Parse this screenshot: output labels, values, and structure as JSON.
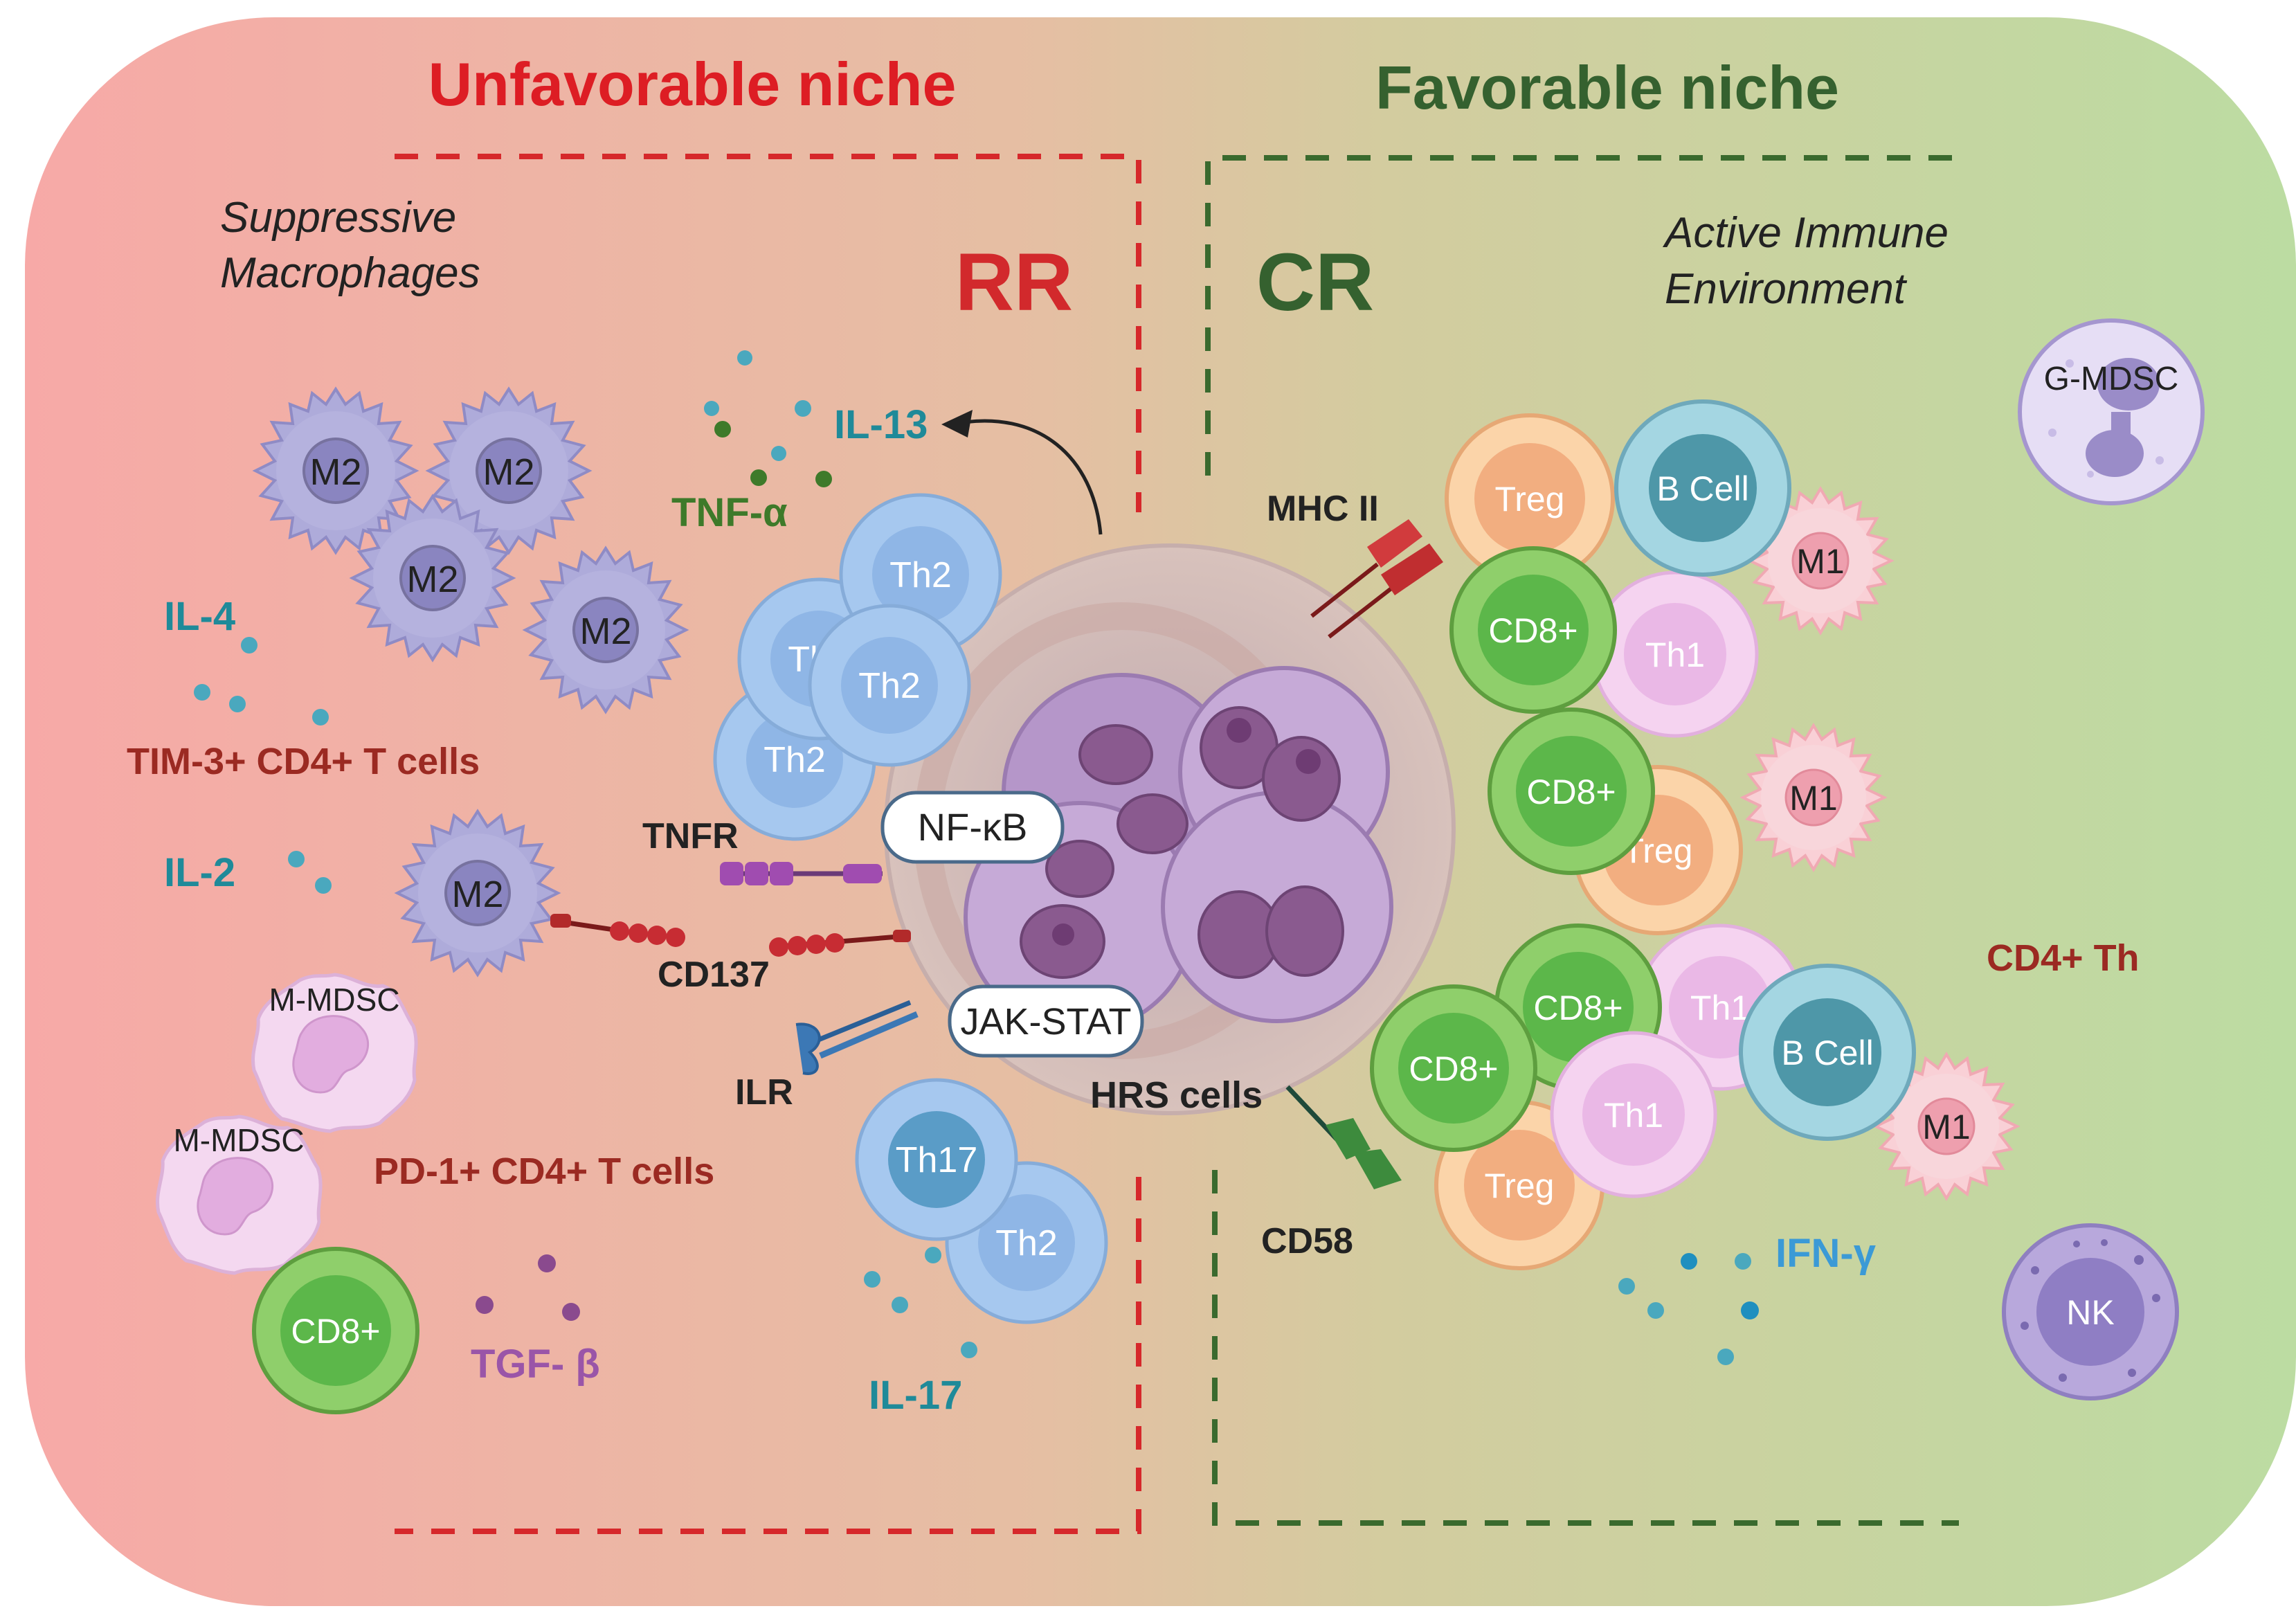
{
  "niches": {
    "unfavorable": "Unfavorable niche",
    "favorable": "Favorable niche"
  },
  "groups": {
    "rr": "RR",
    "cr": "CR"
  },
  "headings": {
    "suppressive_line1": "Suppressive",
    "suppressive_line2": "Macrophages",
    "active_line1": "Active Immune",
    "active_line2": "Environment"
  },
  "cells": {
    "m2": "M2",
    "th1": "Th1",
    "th2": "Th2",
    "th17": "Th17",
    "m_mdsc": "M-MDSC",
    "cd8": "CD8+",
    "treg": "Treg",
    "b_cell": "B Cell",
    "m1": "M1",
    "g_mdsc": "G-MDSC",
    "nk": "NK",
    "hrs": "HRS cells"
  },
  "pathways": {
    "nfkb": "NF-κB",
    "jakstat": "JAK-STAT"
  },
  "receptors": {
    "tnfr": "TNFR",
    "cd137": "CD137",
    "ilr": "ILR",
    "mhc2": "MHC II",
    "cd58": "CD58"
  },
  "cytokines": {
    "il4": "IL-4",
    "il2": "IL-2",
    "il13": "IL-13",
    "tnfa": "TNF-α",
    "tgfb": "TGF- β",
    "il17": "IL-17",
    "ifng": "IFN-γ"
  },
  "tcell_labels": {
    "tim3": "TIM-3+ CD4+ T cells",
    "pd1": "PD-1+ CD4+ T cells",
    "cd4th": "CD4+ Th"
  },
  "colors": {
    "unfavorable": "#dd1d24",
    "favorable": "#35612f",
    "cytokine_teal": "#1f8a99",
    "cytokine_green": "#3e7a2a",
    "cytokine_purple": "#9a55a8",
    "ifng_blue": "#3b9ad6",
    "tcell_label_red": "#9b2a22"
  }
}
